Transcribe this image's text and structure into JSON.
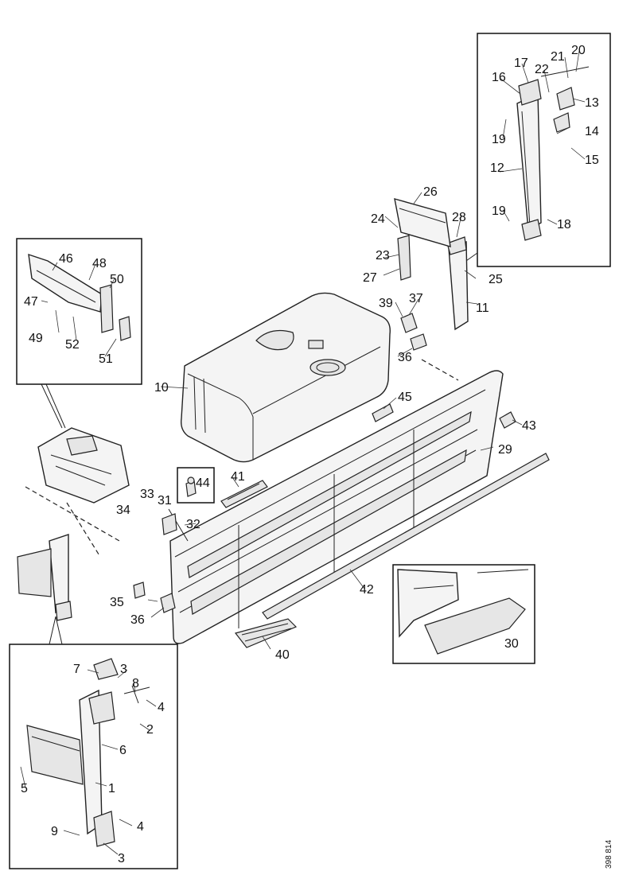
{
  "figure": {
    "reference": "398 814",
    "callouts": [
      {
        "id": "c1",
        "label": "1"
      },
      {
        "id": "c2",
        "label": "2"
      },
      {
        "id": "c3a",
        "label": "3"
      },
      {
        "id": "c3b",
        "label": "3"
      },
      {
        "id": "c4a",
        "label": "4"
      },
      {
        "id": "c4b",
        "label": "4"
      },
      {
        "id": "c5",
        "label": "5"
      },
      {
        "id": "c6",
        "label": "6"
      },
      {
        "id": "c7",
        "label": "7"
      },
      {
        "id": "c8",
        "label": "8"
      },
      {
        "id": "c9",
        "label": "9"
      },
      {
        "id": "c10",
        "label": "10"
      },
      {
        "id": "c11",
        "label": "11"
      },
      {
        "id": "c12",
        "label": "12"
      },
      {
        "id": "c13",
        "label": "13"
      },
      {
        "id": "c14",
        "label": "14"
      },
      {
        "id": "c15",
        "label": "15"
      },
      {
        "id": "c16",
        "label": "16"
      },
      {
        "id": "c17",
        "label": "17"
      },
      {
        "id": "c18",
        "label": "18"
      },
      {
        "id": "c19a",
        "label": "19"
      },
      {
        "id": "c19b",
        "label": "19"
      },
      {
        "id": "c20",
        "label": "20"
      },
      {
        "id": "c21",
        "label": "21"
      },
      {
        "id": "c22",
        "label": "22"
      },
      {
        "id": "c23",
        "label": "23"
      },
      {
        "id": "c24",
        "label": "24"
      },
      {
        "id": "c25",
        "label": "25"
      },
      {
        "id": "c26",
        "label": "26"
      },
      {
        "id": "c27",
        "label": "27"
      },
      {
        "id": "c28",
        "label": "28"
      },
      {
        "id": "c29",
        "label": "29"
      },
      {
        "id": "c30",
        "label": "30"
      },
      {
        "id": "c31",
        "label": "31"
      },
      {
        "id": "c32",
        "label": "32"
      },
      {
        "id": "c33",
        "label": "33"
      },
      {
        "id": "c34",
        "label": "34"
      },
      {
        "id": "c35",
        "label": "35"
      },
      {
        "id": "c36a",
        "label": "36"
      },
      {
        "id": "c36b",
        "label": "36"
      },
      {
        "id": "c37",
        "label": "37"
      },
      {
        "id": "c39",
        "label": "39"
      },
      {
        "id": "c40",
        "label": "40"
      },
      {
        "id": "c41",
        "label": "41"
      },
      {
        "id": "c42",
        "label": "42"
      },
      {
        "id": "c43",
        "label": "43"
      },
      {
        "id": "c44",
        "label": "44"
      },
      {
        "id": "c45",
        "label": "45"
      },
      {
        "id": "c46",
        "label": "46"
      },
      {
        "id": "c47",
        "label": "47"
      },
      {
        "id": "c48",
        "label": "48"
      },
      {
        "id": "c49",
        "label": "49"
      },
      {
        "id": "c50",
        "label": "50"
      },
      {
        "id": "c51",
        "label": "51"
      },
      {
        "id": "c52",
        "label": "52"
      }
    ]
  }
}
